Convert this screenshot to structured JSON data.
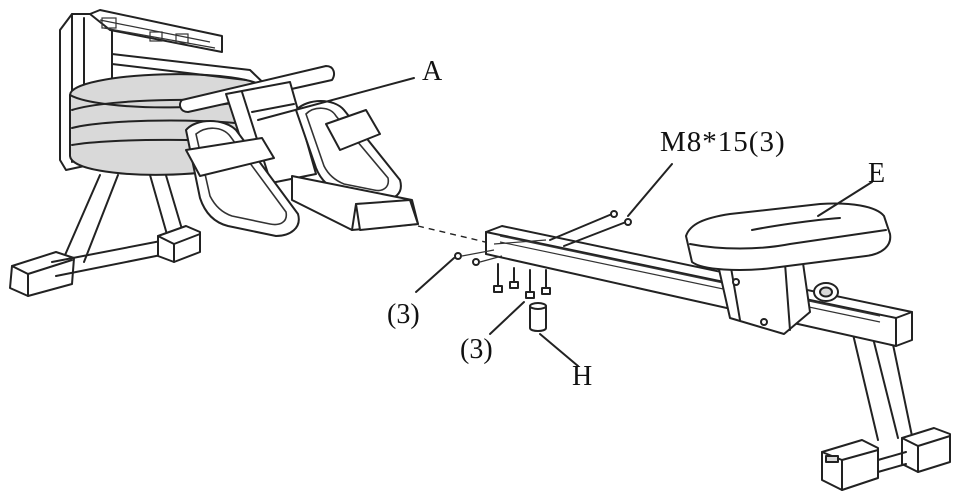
{
  "labels": {
    "part_a": "A",
    "bolt_spec": "M8*15(3)",
    "part_e": "E",
    "qty_side": "(3)",
    "qty_bottom": "(3)",
    "part_h": "H"
  }
}
